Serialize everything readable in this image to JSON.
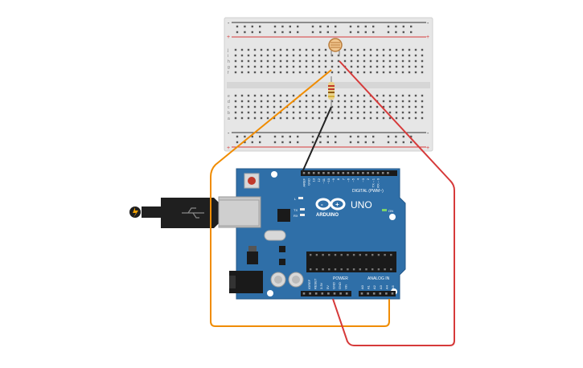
{
  "colors": {
    "breadboard": "#e6e6e6",
    "board": "#2f6fa8",
    "wire_orange": "#f08c00",
    "wire_red": "#d63a3a",
    "wire_black": "#222222",
    "plug": "#1f1f1f",
    "usb": "#c8c8c8"
  },
  "breadboard": {
    "rail_signs": {
      "minus": "-",
      "plus": "+"
    },
    "row_letters_top": [
      "j",
      "i",
      "h",
      "g",
      "f"
    ],
    "row_letters_bottom": [
      "e",
      "d",
      "c",
      "b",
      "a"
    ],
    "column_count": 30
  },
  "components": {
    "photoresistor": {
      "icon": "photoresistor-icon"
    },
    "resistor": {
      "icon": "resistor-icon",
      "bands": [
        "#c0392b",
        "#c0392b",
        "#8e5a12",
        "#d4af37"
      ]
    }
  },
  "arduino": {
    "brand": "ARDUINO",
    "model": "UNO",
    "on_label": "ON",
    "l_label": "L",
    "tx_label": "TX",
    "rx_label": "RX",
    "digital_label": "DIGITAL (PWM~)",
    "power_label": "POWER",
    "analog_label": "ANALOG IN",
    "top_pins": [
      "AREF",
      "GND",
      "13",
      "12",
      "~11",
      "~10",
      "~9",
      "8",
      "7",
      "~6",
      "~5",
      "4",
      "~3",
      "2",
      "TX→1",
      "RX←0"
    ],
    "power_pins": [
      "IOREF",
      "RESET",
      "3.3V",
      "5V",
      "GND",
      "GND",
      "Vin"
    ],
    "analog_pins": [
      "A0",
      "A1",
      "A2",
      "A3",
      "A4",
      "A5"
    ]
  }
}
